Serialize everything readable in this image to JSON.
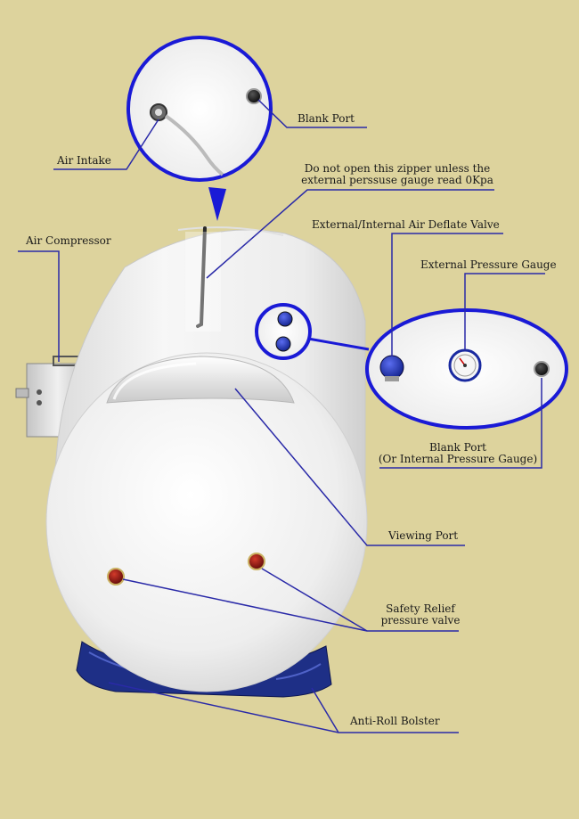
{
  "labels": {
    "blank_port_top": "Blank Port",
    "air_intake": "Air Intake",
    "zipper_warning_line1": "Do not open this zipper unless the",
    "zipper_warning_line2": "external perssuse gauge read 0Kpa",
    "deflate_valve": "External/Internal Air Deflate Valve",
    "air_compressor": "Air Compressor",
    "external_pressure_gauge": "External Pressure Gauge",
    "blank_port_right_line1": "Blank Port",
    "blank_port_right_line2": "(Or Internal Pressure Gauge)",
    "viewing_port": "Viewing Port",
    "safety_relief_line1": "Safety Relief",
    "safety_relief_line2": "pressure valve",
    "anti_roll_bolster": "Anti-Roll Bolster"
  },
  "colors": {
    "background": "#ddd39d",
    "callout_blue": "#1a1ad6",
    "leader_blue": "#2a2aa8",
    "chamber_white": "#f2f2f2",
    "bolster_navy": "#1e2f86",
    "valve_red": "#8b1010"
  }
}
